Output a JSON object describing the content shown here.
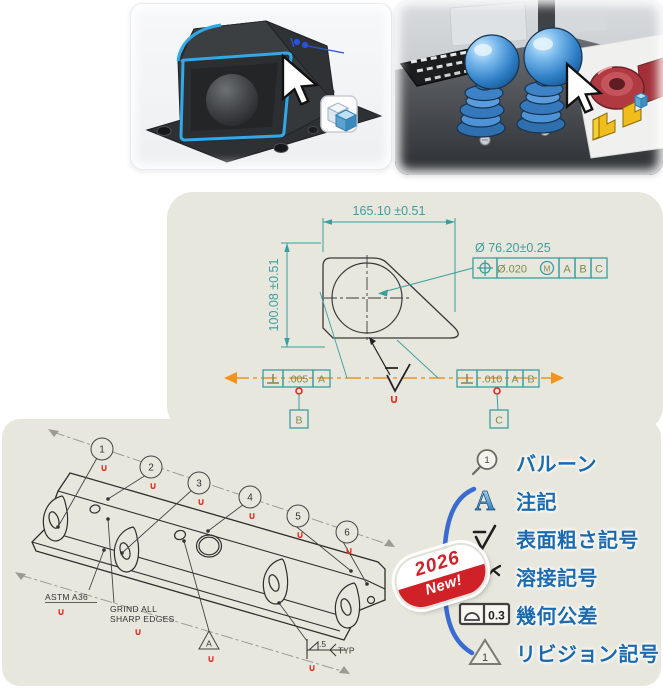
{
  "drawing": {
    "dim_width": "165.10 ±0.51",
    "dim_height": "100.08 ±0.51",
    "hole_callout": "Ø 76.20±0.25",
    "position_fcf": {
      "tolerance": "Ø.020",
      "modifier": "M",
      "datums": [
        "A",
        "B",
        "C"
      ]
    },
    "left_fcf": {
      "tolerance": ".005",
      "datum": "A",
      "datum_tag": "B"
    },
    "right_fcf": {
      "tolerance": ".010",
      "datum_a": "A",
      "datum_b": "B",
      "datum_tag": "C"
    }
  },
  "iso": {
    "balloons": [
      "1",
      "2",
      "3",
      "4",
      "5",
      "6"
    ],
    "material_note": "ASTM A36",
    "grind_note": [
      "GRIND ALL",
      "SHARP EDGES"
    ],
    "revision_letter": "A",
    "weld_size": ".5",
    "weld_tail": "TYP"
  },
  "marks": {
    "changed": "∪"
  },
  "legend": {
    "items": [
      {
        "label": "バルーン",
        "icon": "balloon-icon",
        "icon_text": "1"
      },
      {
        "label": "注記",
        "icon": "note-icon",
        "icon_text": "A"
      },
      {
        "label": "表面粗さ記号",
        "icon": "surface-finish-icon",
        "icon_text": ""
      },
      {
        "label": "溶接記号",
        "icon": "weld-symbol-icon",
        "icon_text": ""
      },
      {
        "label": "幾何公差",
        "icon": "geometric-tolerance-icon",
        "icon_text": "0.3"
      },
      {
        "label": "リビジョン記号",
        "icon": "revision-symbol-icon",
        "icon_text": "1"
      }
    ]
  },
  "badge": {
    "year": "2026",
    "label": "New!"
  },
  "colors": {
    "teal": "#3B9E9E",
    "orange": "#F0941F",
    "red_mark": "#E02B20",
    "olive": "#7C8A50",
    "legend_blue": "#1B6AAE",
    "bracket_blue": "#3A6BD0",
    "badge_red": "#CF2127",
    "card_cream": "#E8E7DD",
    "edge_blue": "#31A8E8"
  }
}
